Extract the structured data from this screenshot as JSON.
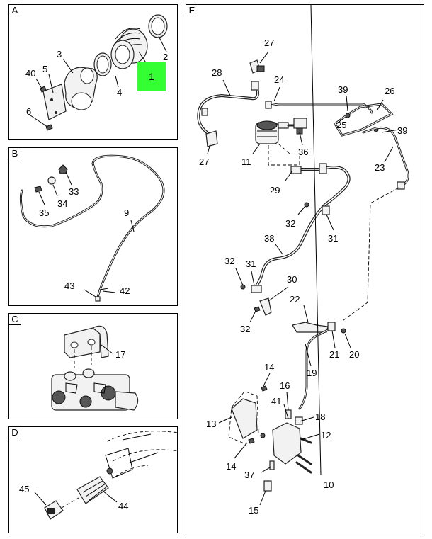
{
  "panels": [
    {
      "id": "A",
      "label": "A"
    },
    {
      "id": "B",
      "label": "B"
    },
    {
      "id": "C",
      "label": "C"
    },
    {
      "id": "D",
      "label": "D"
    },
    {
      "id": "E",
      "label": "E"
    }
  ],
  "highlight": {
    "label": "1",
    "color": "#33ff33"
  },
  "callouts": {
    "a": [
      "2",
      "3",
      "4",
      "5",
      "40",
      "6"
    ],
    "b": [
      "33",
      "34",
      "35",
      "9",
      "43",
      "42"
    ],
    "c": [
      "17"
    ],
    "d": [
      "45",
      "44"
    ],
    "e": [
      "27",
      "28",
      "24",
      "39",
      "26",
      "27",
      "11",
      "36",
      "25",
      "39",
      "23",
      "29",
      "32",
      "31",
      "38",
      "32",
      "31",
      "30",
      "32",
      "22",
      "21",
      "20",
      "19",
      "14",
      "16",
      "41",
      "18",
      "13",
      "12",
      "14",
      "37",
      "10",
      "15"
    ]
  }
}
